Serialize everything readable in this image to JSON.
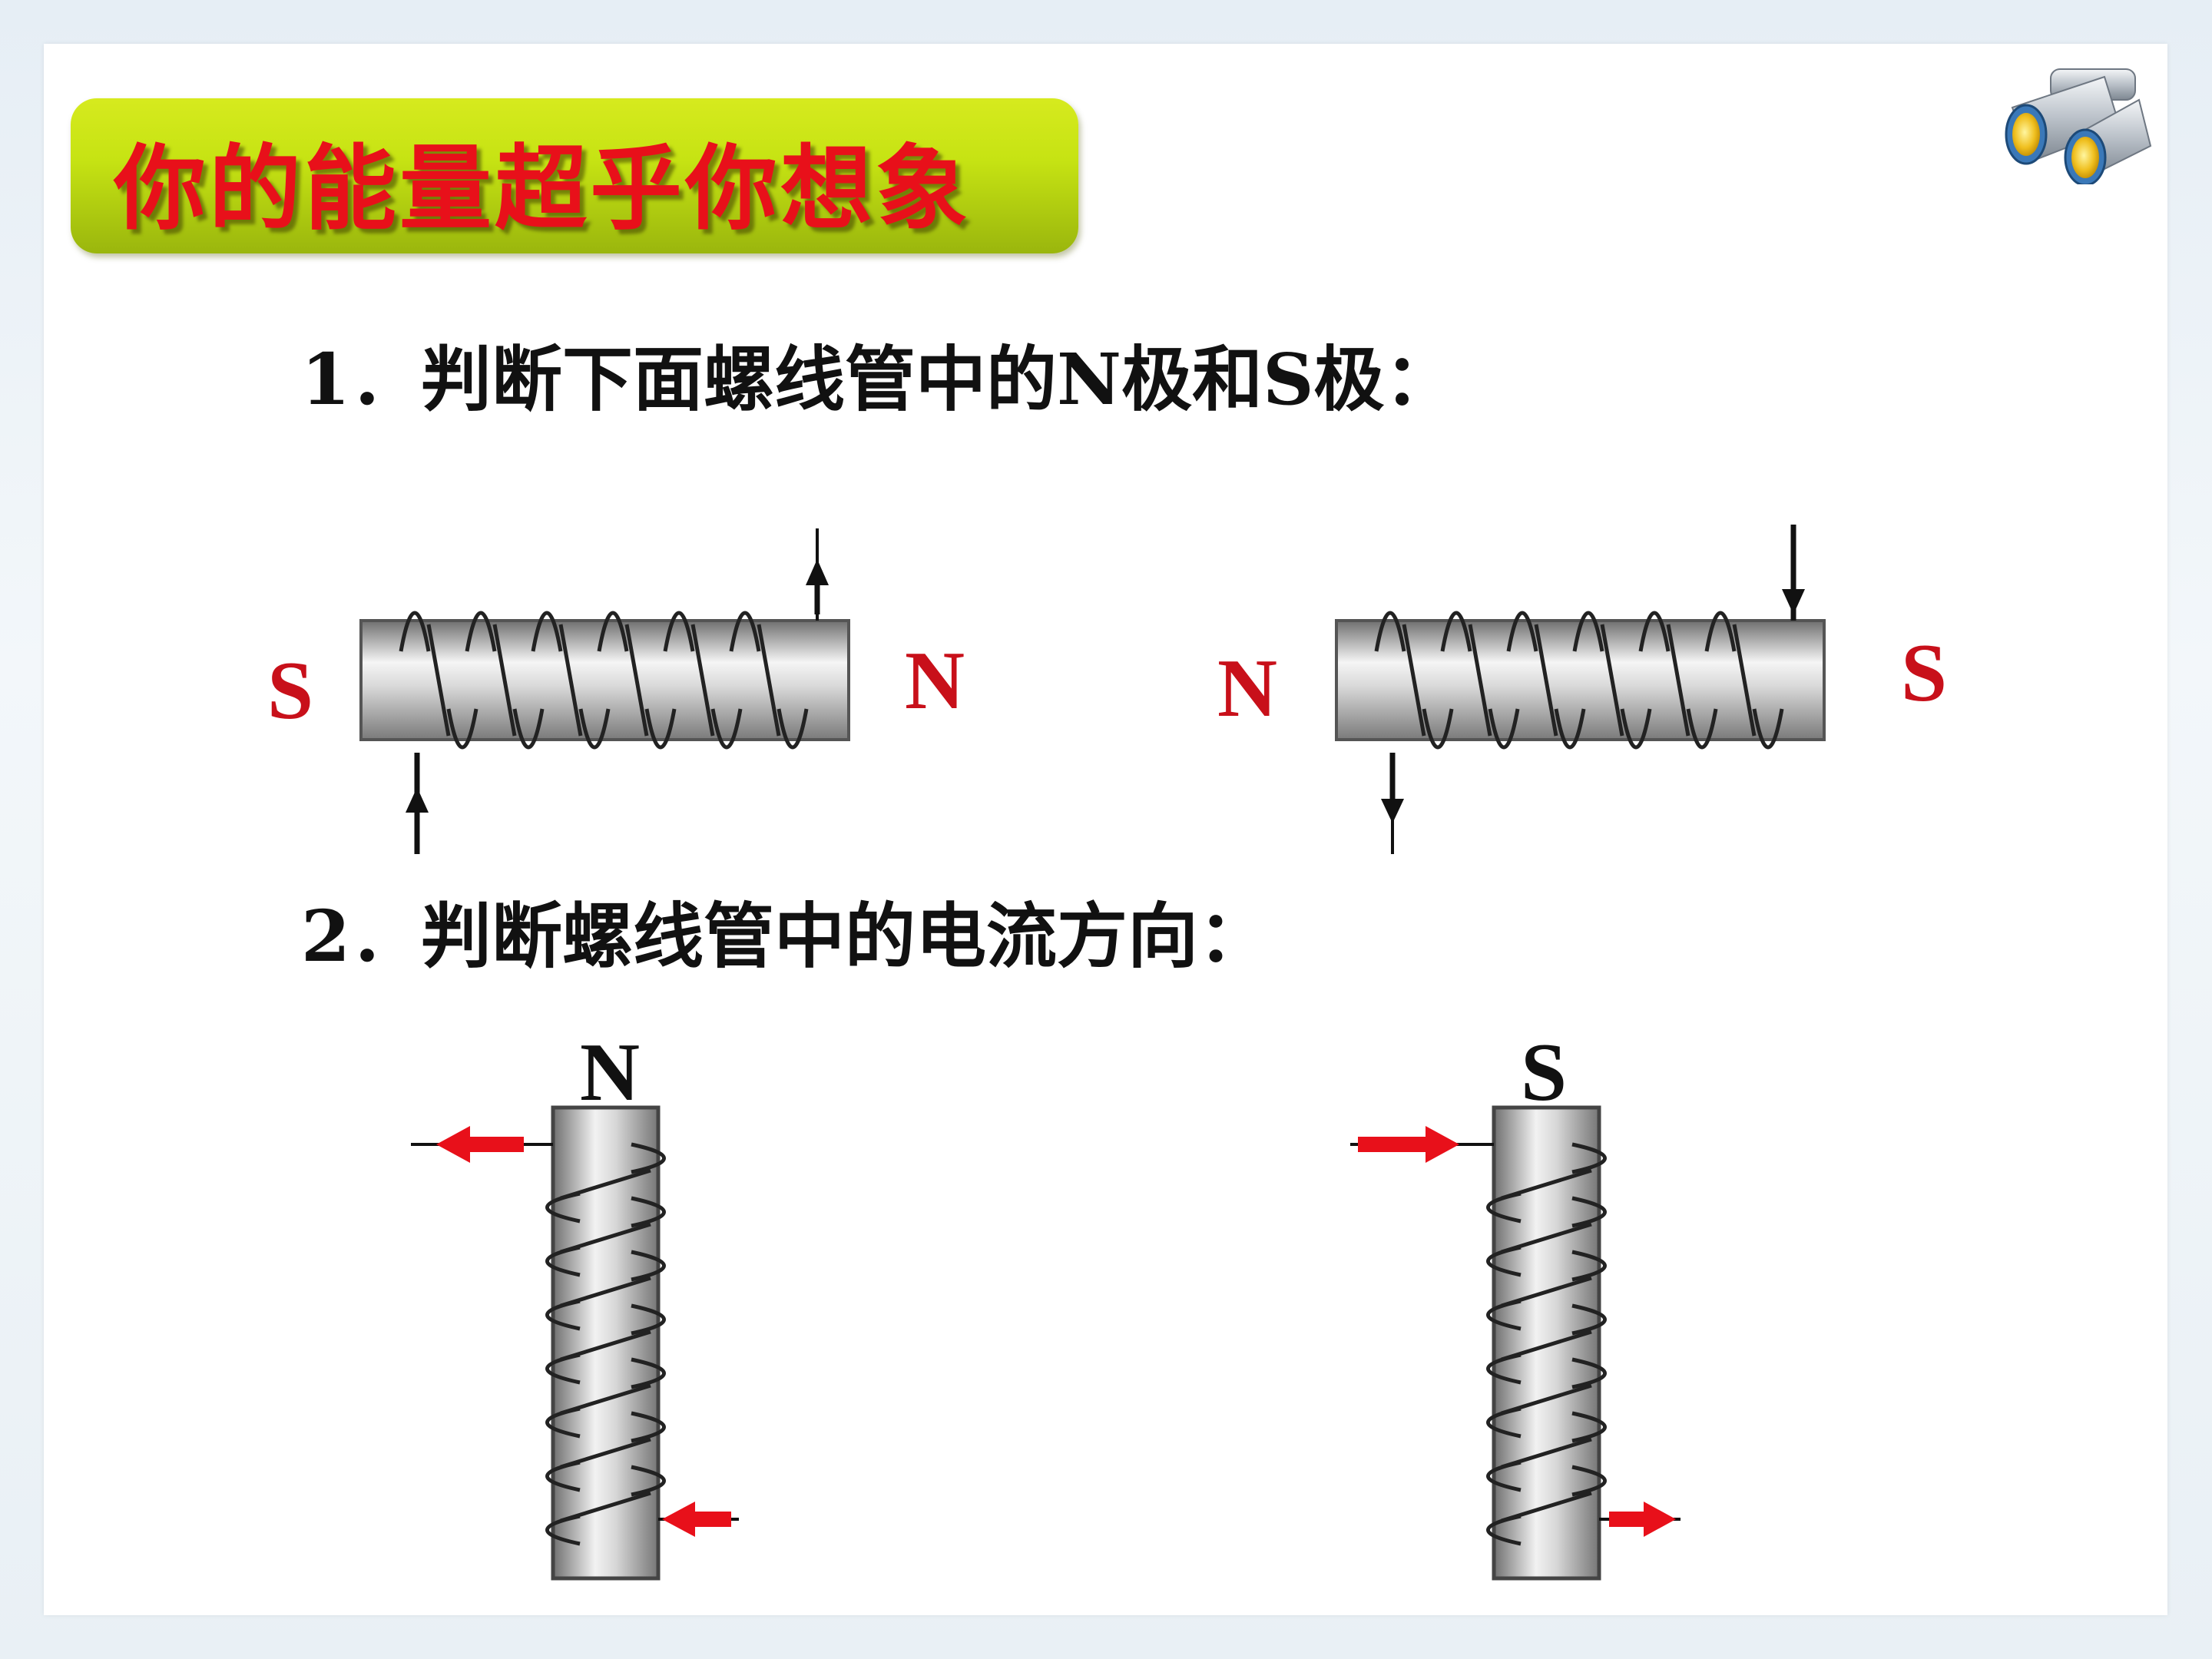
{
  "title": "你的能量超乎你想象",
  "questions": [
    "1．判断下面螺线管中的N极和S极：",
    "2．判断螺线管中的电流方向："
  ],
  "icons": {
    "corner": "binoculars-icon"
  },
  "colors": {
    "pole_red": "#c8101a",
    "arrow_red": "#e8101a",
    "title_bg": "#c6e313"
  },
  "diagrams": {
    "q1_left": {
      "left_pole": "S",
      "right_pole": "N"
    },
    "q1_right": {
      "left_pole": "N",
      "right_pole": "S"
    },
    "q2_left": {
      "top_pole": "N"
    },
    "q2_right": {
      "top_pole": "S"
    }
  }
}
